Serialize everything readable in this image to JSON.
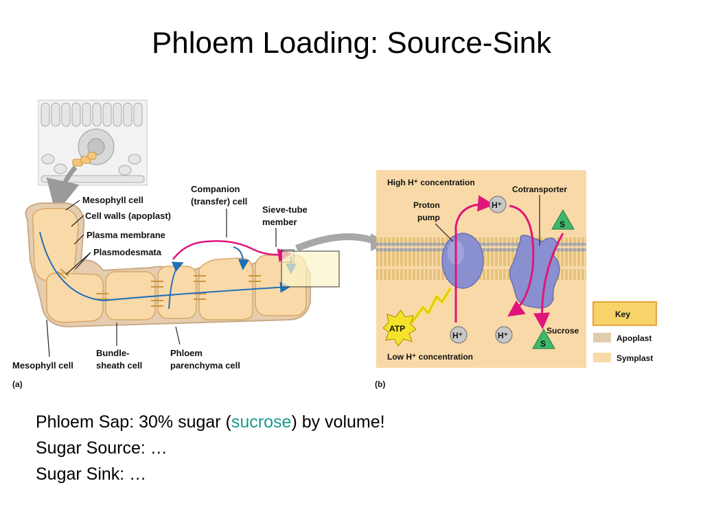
{
  "title": "Phloem Loading: Source-Sink",
  "panel_a": {
    "letter": "(a)",
    "labels": {
      "mesophyll_top": "Mesophyll cell",
      "cell_walls": "Cell walls (apoplast)",
      "plasma_membrane": "Plasma membrane",
      "plasmodesmata": "Plasmodesmata",
      "companion_1": "Companion",
      "companion_2": "(transfer) cell",
      "sieve_1": "Sieve-tube",
      "sieve_2": "member",
      "mesophyll_bottom": "Mesophyll cell",
      "bundle_1": "Bundle-",
      "bundle_2": "sheath cell",
      "phloem_1": "Phloem",
      "phloem_2": "parenchyma cell"
    }
  },
  "panel_b": {
    "letter": "(b)",
    "high_h": "High H⁺ concentration",
    "low_h": "Low H⁺ concentration",
    "proton_1": "Proton",
    "proton_2": "pump",
    "cotransporter": "Cotransporter",
    "sucrose": "Sucrose",
    "atp": "ATP",
    "h_ion": "H⁺",
    "s_ion": "S"
  },
  "key": {
    "title": "Key",
    "apoplast": "Apoplast",
    "symplast": "Symplast"
  },
  "bullets": {
    "line1_a": "Phloem Sap: 30% sugar (",
    "line1_b": "sucrose",
    "line1_c": ") by volume!",
    "line2": "Sugar Source: …",
    "line3": "Sugar Sink: …"
  },
  "colors": {
    "accent": "#1a9a8c",
    "apoplast": "#e2ccb0",
    "symplast": "#f9d9a8",
    "flow_arrow": "#1f6fb8",
    "pump_arrow": "#e0157a",
    "protein": "#8a8fd0",
    "atp": "#f4e32a",
    "sucrose_s": "#3fb86b"
  }
}
